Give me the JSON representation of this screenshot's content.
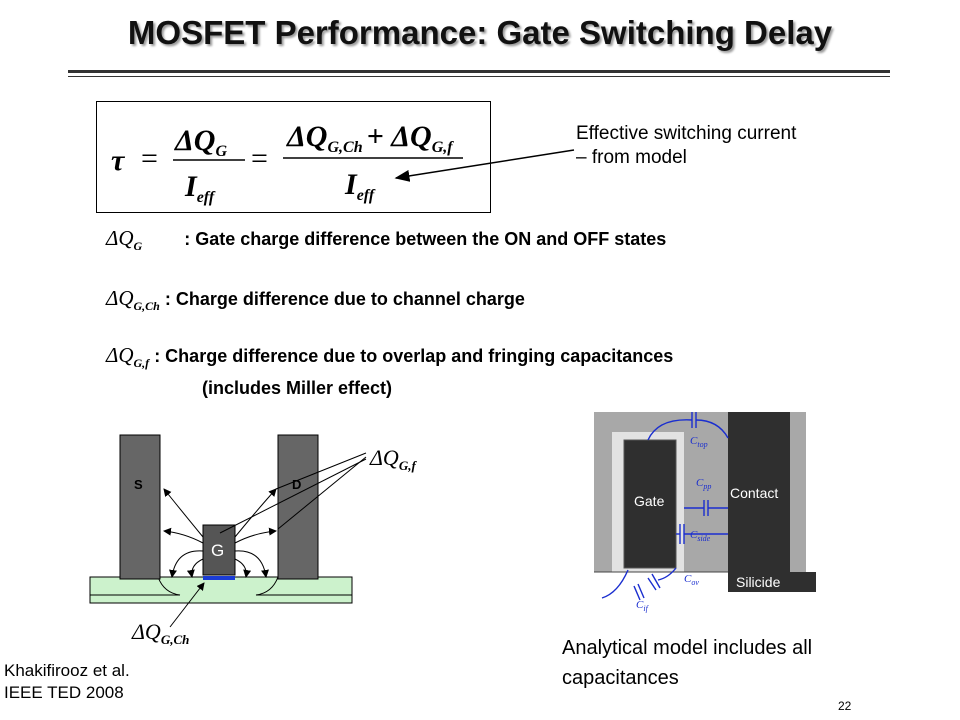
{
  "slide": {
    "title": "MOSFET Performance: Gate Switching Delay",
    "page_number": "22"
  },
  "equation": {
    "tau": "τ",
    "equals": "=",
    "dQG": "ΔQ",
    "dQG_sub": "G",
    "Ieff": "I",
    "Ieff_sub": "eff",
    "numerator_2": "ΔQ",
    "numerator_2_sub": "G,Ch",
    "plus": "+ ΔQ",
    "numerator_2b_sub": "G,f"
  },
  "annotation": {
    "line1": "Effective switching current",
    "line2": "– from model"
  },
  "definitions": [
    {
      "symbol": "ΔQ",
      "sub": "G",
      "text": ": Gate charge difference between the ON and OFF states"
    },
    {
      "symbol": "ΔQ",
      "sub": "G,Ch",
      "text": ": Charge difference due to channel charge"
    },
    {
      "symbol": "ΔQ",
      "sub": "G,f",
      "text": ": Charge difference due to overlap and fringing capacitances",
      "extra": "(includes Miller effect)"
    }
  ],
  "left_diagram": {
    "source_label": "S",
    "drain_label": "D",
    "gate_label": "G",
    "label_fringe": "ΔQ",
    "label_fringe_sub": "G,f",
    "label_channel": "ΔQ",
    "label_channel_sub": "G,Ch"
  },
  "right_diagram": {
    "gate_label": "Gate",
    "contact_label": "Contact",
    "silicide_label": "Silicide",
    "cap_top": "C",
    "cap_top_sub": "top",
    "cap_pp": "C",
    "cap_pp_sub": "pp",
    "cap_side": "C",
    "cap_side_sub": "side",
    "cap_ov": "C",
    "cap_ov_sub": "ov",
    "cap_if": "C",
    "cap_if_sub": "if",
    "caption_line1": "Analytical model includes all",
    "caption_line2": "capacitances"
  },
  "credit": {
    "line1": "Khakifirooz et al.",
    "line2": "IEEE TED 2008"
  }
}
